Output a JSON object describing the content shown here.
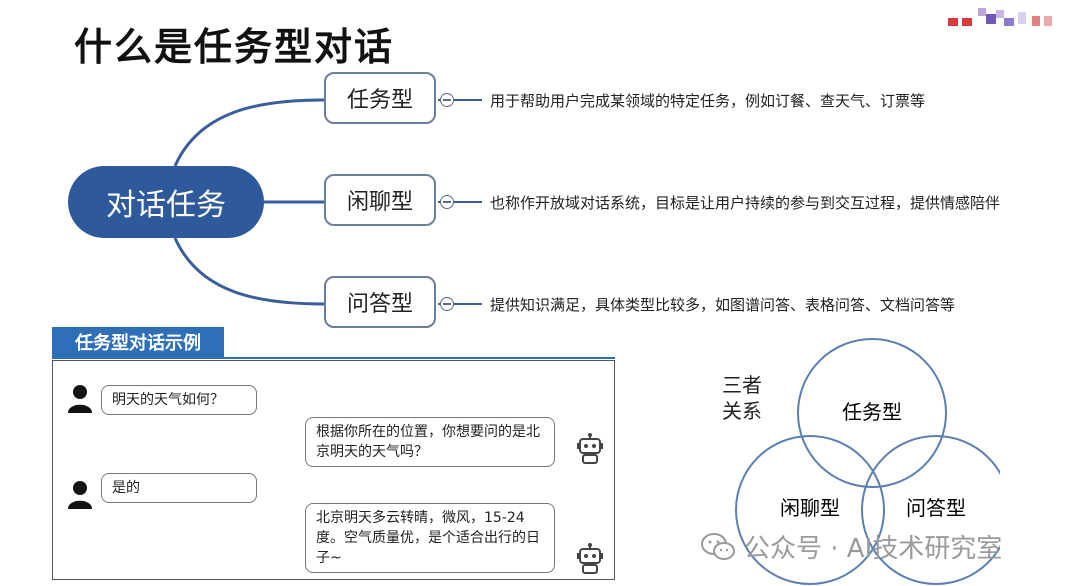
{
  "title": "什么是任务型对话",
  "mindmap": {
    "central": "对话任务",
    "branches": [
      {
        "label": "任务型",
        "desc": "用于帮助用户完成某领域的特定任务，例如订餐、查天气、订票等"
      },
      {
        "label": "闲聊型",
        "desc": "也称作开放域对话系统，目标是让用户持续的参与到交互过程，提供情感陪伴"
      },
      {
        "label": "问答型",
        "desc": "提供知识满足，具体类型比较多，如图谱问答、表格问答、文档问答等"
      }
    ]
  },
  "example": {
    "header": "任务型对话示例",
    "messages": [
      {
        "speaker": "user",
        "text": "明天的天气如何？"
      },
      {
        "speaker": "bot",
        "text": "根据你所在的位置，你想要问的是北京明天的天气吗？"
      },
      {
        "speaker": "user",
        "text": "是的"
      },
      {
        "speaker": "bot",
        "text": "北京明天多云转晴，微风，15-24度。空气质量优，是个适合出行的日子~"
      }
    ]
  },
  "venn": {
    "caption": [
      "三者",
      "关系"
    ],
    "circles": [
      "任务型",
      "闲聊型",
      "问答型"
    ]
  },
  "watermark": "公众号 · AI技术研究室",
  "colors": {
    "primary": "#2e5a9c",
    "header": "#2e6fb8",
    "connector": "#3a5e9a",
    "venn_stroke": "#5a7fb0"
  }
}
